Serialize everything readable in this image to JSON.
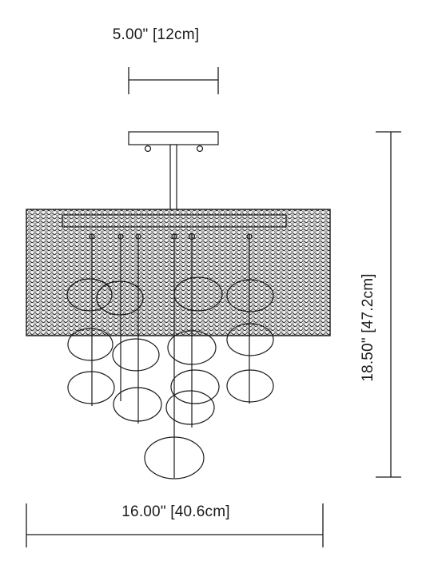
{
  "dimensions": {
    "canopy_width": "5.00\" [12cm]",
    "fixture_width": "16.00\" [40.6cm]",
    "fixture_height": "18.50\" [47.2cm]"
  },
  "colors": {
    "line": "#1a1a1a",
    "background": "#ffffff"
  }
}
